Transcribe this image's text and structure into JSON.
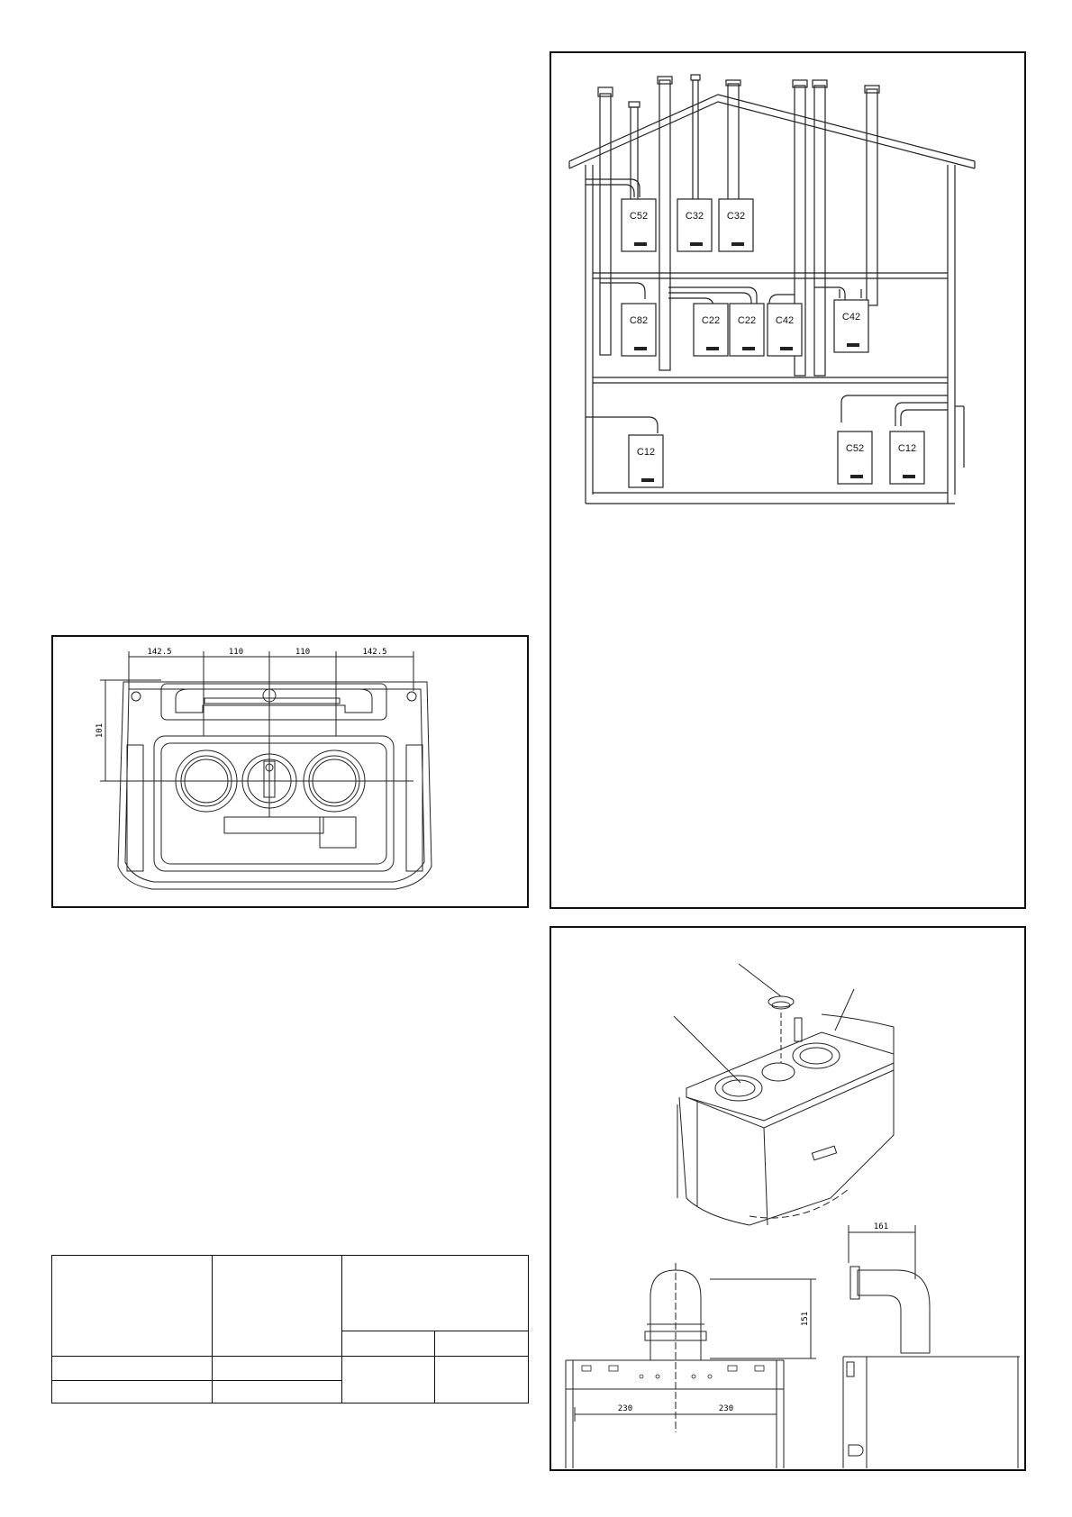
{
  "installation_diagram": {
    "boiler_types": [
      "C52",
      "C32",
      "C32",
      "C82",
      "C22",
      "C22",
      "C42",
      "C42",
      "C12",
      "C52",
      "C12"
    ]
  },
  "top_view_dimensions": {
    "horizontal": [
      "142.5",
      "110",
      "110",
      "142.5"
    ],
    "vertical": "101"
  },
  "flue_dimensions": {
    "height": "151",
    "depth": "161",
    "spacing": [
      "230",
      "230"
    ]
  }
}
